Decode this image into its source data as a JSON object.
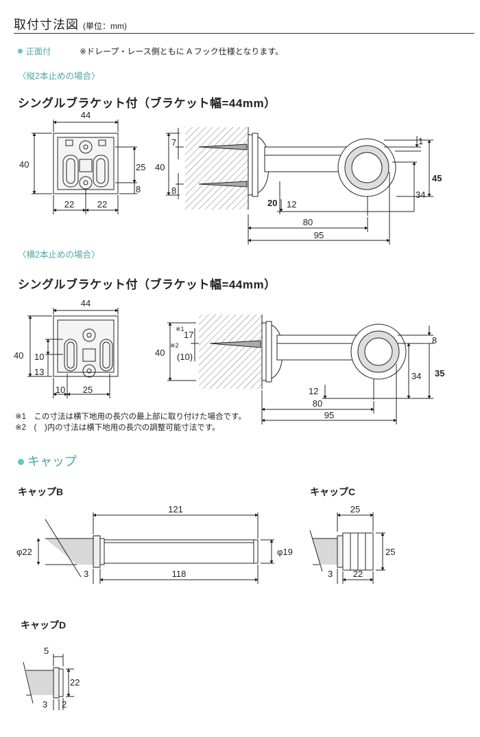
{
  "header": {
    "title": "取付寸法図",
    "unit": "(単位：mm)"
  },
  "front": {
    "label": "正面付",
    "note": "※ドレープ・レース側ともに A フック仕様となります。"
  },
  "section1": {
    "subtitle": "〈縦2本止めの場合〉",
    "heading": "シングルブラケット付（ブラケット幅=44mm）",
    "dims": {
      "width": "44",
      "height": "40",
      "hole_spacing": "25",
      "hole_offset": "8",
      "left_half": "22",
      "right_half": "22",
      "side_top": "7",
      "side_height": "40",
      "side_bottom": "8",
      "gap": "1",
      "rod_total": "45",
      "rod_drop": "34",
      "base": "20",
      "hook": "12",
      "len80": "80",
      "len95": "95"
    }
  },
  "section2": {
    "subtitle": "〈横2本止めの場合〉",
    "heading": "シングルブラケット付（ブラケット幅=44mm）",
    "dims": {
      "width": "44",
      "height": "40",
      "slot_spacing": "10",
      "bottom_offset": "13",
      "left_edge": "10",
      "slot_width": "25",
      "mark1": "※1",
      "mark2": "※2",
      "side_top": "17",
      "side_adjust": "(10)",
      "side_height": "40",
      "rod_top": "8",
      "rod_drop": "34",
      "rod_total": "35",
      "hook": "12",
      "len80": "80",
      "len95": "95"
    },
    "notes": [
      "※1　この寸法は横下地用の長穴の最上部に取り付けた場合です。",
      "※2　(　)内の寸法は横下地用の長穴の調整可能寸法です。"
    ]
  },
  "caps": {
    "section_title": "キャップ",
    "cap_b": {
      "label": "キャップB",
      "dia_rod": "φ22",
      "total": "121",
      "inner": "118",
      "offset": "3",
      "dia_cap": "φ19"
    },
    "cap_c": {
      "label": "キャップC",
      "width": "25",
      "height": "25",
      "offset": "3",
      "inner": "22"
    },
    "cap_d": {
      "label": "キャップD",
      "top": "5",
      "height": "22",
      "left": "3",
      "right": "2"
    }
  },
  "colors": {
    "accent": "#4aa7a2",
    "line": "#222222",
    "rod_fill": "#d8d8d8"
  }
}
